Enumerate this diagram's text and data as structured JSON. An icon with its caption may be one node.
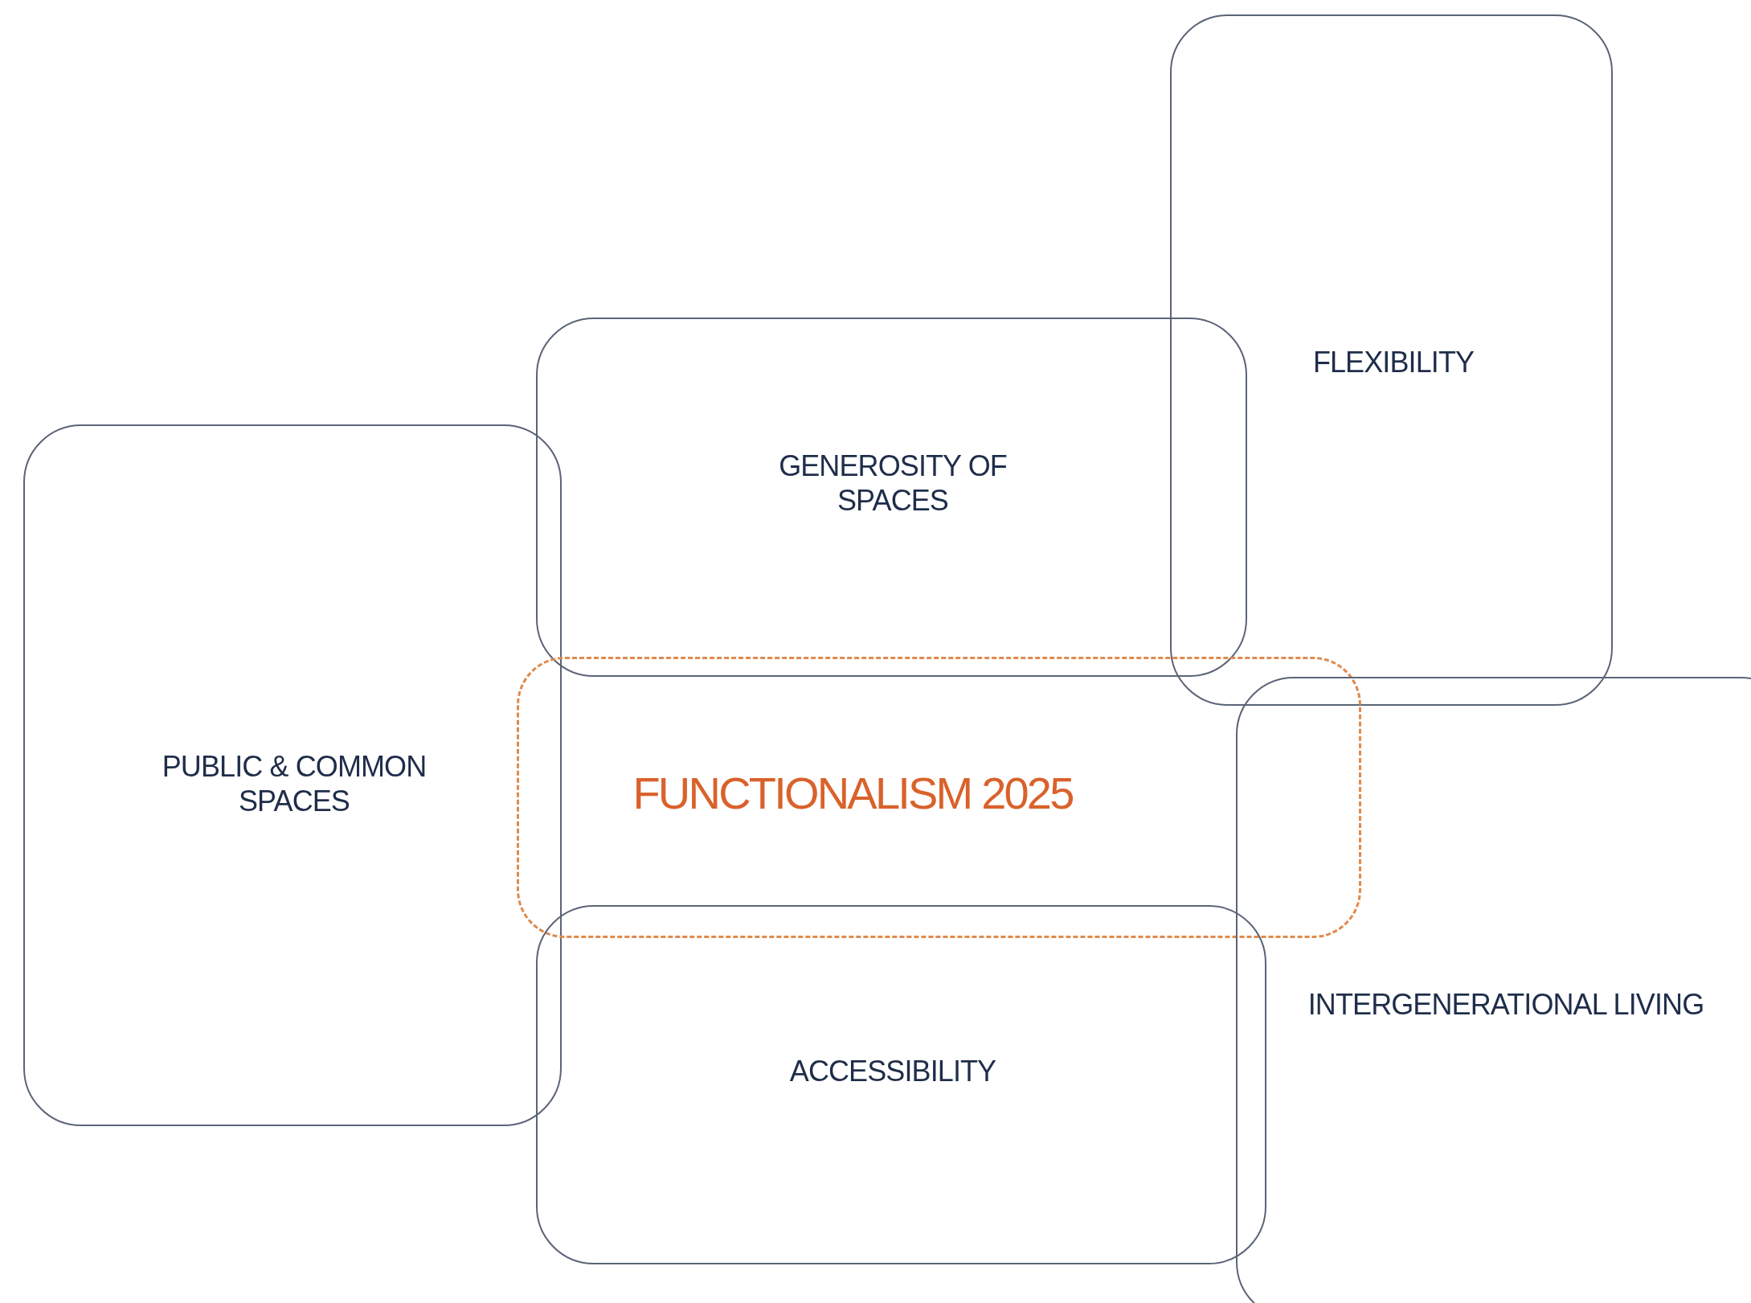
{
  "diagram": {
    "nodes": [
      {
        "text": [
          "FLEXIBILITY"
        ]
      },
      {
        "text": [
          "GENEROSITY  OF SPACES"
        ]
      },
      {
        "text": [
          "PUBLIC & COMMON SPACES"
        ]
      },
      {
        "text": [
          "FUNCTIONALISM 2025"
        ]
      },
      {
        "text": [
          "INTERGENERATIONAL LIVING"
        ]
      },
      {
        "text": [
          "ACCESSIBILITY"
        ]
      }
    ]
  }
}
